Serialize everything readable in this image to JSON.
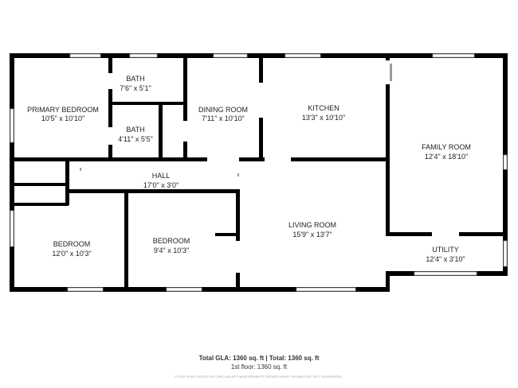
{
  "rooms": [
    {
      "key": "primary",
      "name": "PRIMARY BEDROOM",
      "dim": "10'5\" x 10'10\""
    },
    {
      "key": "bath1",
      "name": "BATH",
      "dim": "7'6\" x 5'1\""
    },
    {
      "key": "bath2",
      "name": "BATH",
      "dim": "4'11\" x 5'5\""
    },
    {
      "key": "dining",
      "name": "DINING ROOM",
      "dim": "7'11\" x 10'10\""
    },
    {
      "key": "kitchen",
      "name": "KITCHEN",
      "dim": "13'3\" x 10'10\""
    },
    {
      "key": "family",
      "name": "FAMILY ROOM",
      "dim": "12'4\" x 18'10\""
    },
    {
      "key": "hall",
      "name": "HALL",
      "dim": "17'0\" x 3'0\""
    },
    {
      "key": "bedroom1",
      "name": "BEDROOM",
      "dim": "12'0\" x 10'3\""
    },
    {
      "key": "bedroom2",
      "name": "BEDROOM",
      "dim": "9'4\" x 10'3\""
    },
    {
      "key": "living",
      "name": "LIVING ROOM",
      "dim": "15'9\" x 13'7\""
    },
    {
      "key": "utility",
      "name": "UTILITY",
      "dim": "12'4\" x 3'10\""
    }
  ],
  "footer": {
    "totals": "Total GLA: 1360 sq. ft | Total: 1360 sq. ft",
    "floor": "1st floor: 1360 sq. ft",
    "disclaimer": "FLOOR PLAN CREATED BY CUBICASA APP. MEASUREMENTS DEEMED HIGHLY RELIABLE BUT NOT GUARANTEED."
  },
  "colors": {
    "wall": "#000000",
    "window": "#9a9a9a",
    "text": "#222222"
  }
}
